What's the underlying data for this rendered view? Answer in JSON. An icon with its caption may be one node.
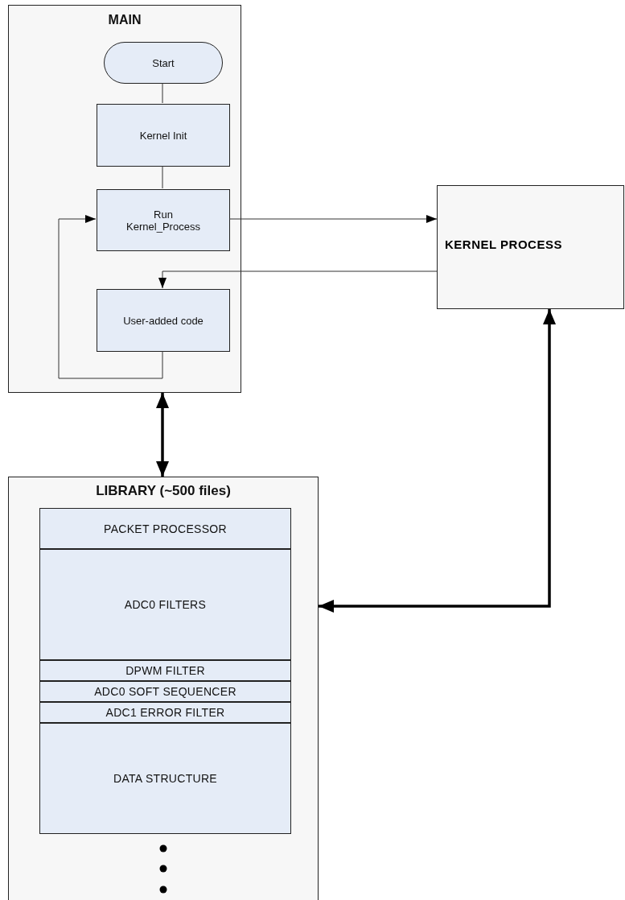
{
  "diagram": {
    "nodes": [
      {
        "text": [
          "MAIN"
        ]
      },
      {
        "text": [
          "Start"
        ],
        "in": 0
      },
      {
        "text": [
          "Kernel Init"
        ],
        "in": 0
      },
      {
        "text": [
          "Run Kernel_Process"
        ],
        "in": 0
      },
      {
        "text": [
          "User-added code"
        ],
        "in": 0
      },
      {
        "text": [
          "KERNEL PROCESS"
        ]
      },
      {
        "text": [
          "LIBRARY (~500 files)"
        ]
      },
      {
        "text": [
          "PACKET PROCESSOR"
        ],
        "in": 6
      },
      {
        "text": [
          "ADC0 FILTERS"
        ],
        "in": 6
      },
      {
        "text": [
          "DPWM FILTER"
        ],
        "in": 6
      },
      {
        "text": [
          "ADC0 SOFT SEQUENCER"
        ],
        "in": 6
      },
      {
        "text": [
          "ADC1 ERROR FILTER"
        ],
        "in": 6
      },
      {
        "text": [
          "DATA STRUCTURE"
        ],
        "in": 6
      }
    ],
    "edges": [
      {
        "from": 1,
        "to": 2,
        "arrow": "none"
      },
      {
        "from": 2,
        "to": 3,
        "arrow": "none"
      },
      {
        "from": 3,
        "to": 5,
        "arrow": "to"
      },
      {
        "from": 5,
        "to": 4,
        "arrow": "to"
      },
      {
        "from": 4,
        "to": 3,
        "arrow": "to"
      },
      {
        "from": 0,
        "to": 6,
        "arrow": "both",
        "style": "thick"
      },
      {
        "from": 5,
        "to": 6,
        "arrow": "both",
        "style": "thick"
      }
    ]
  }
}
